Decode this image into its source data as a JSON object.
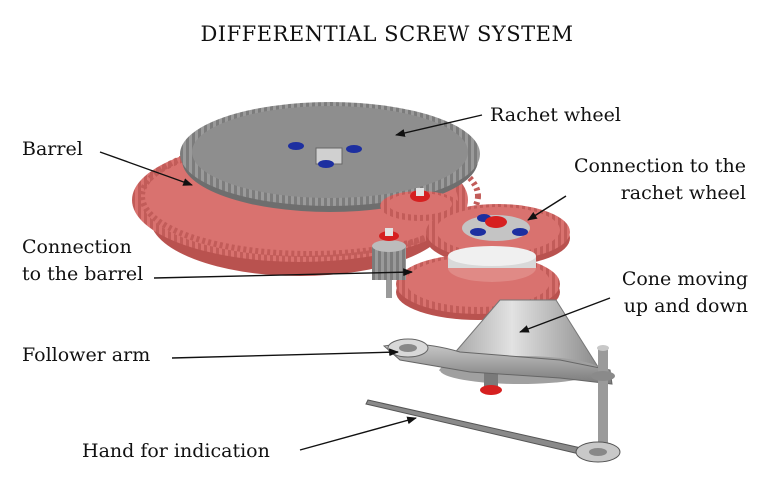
{
  "title": "DIFFERENTIAL SCREW SYSTEM",
  "labels": {
    "barrel": "Barrel",
    "rachet_wheel": "Rachet wheel",
    "connection_rachet": [
      "Connection to the",
      "rachet wheel"
    ],
    "connection_barrel": [
      "Connection",
      "to the barrel"
    ],
    "cone": [
      "Cone moving",
      "up and down"
    ],
    "follower_arm": "Follower arm",
    "hand": "Hand for indication"
  },
  "colors": {
    "barrel": "#d9726f",
    "barrel_dark": "#b9524f",
    "steel": "#8a8a8a",
    "steel_light": "#c4c4c4",
    "screw_red": "#d62020",
    "jewel_blue": "#1d2fa0",
    "arrow": "#111111"
  }
}
